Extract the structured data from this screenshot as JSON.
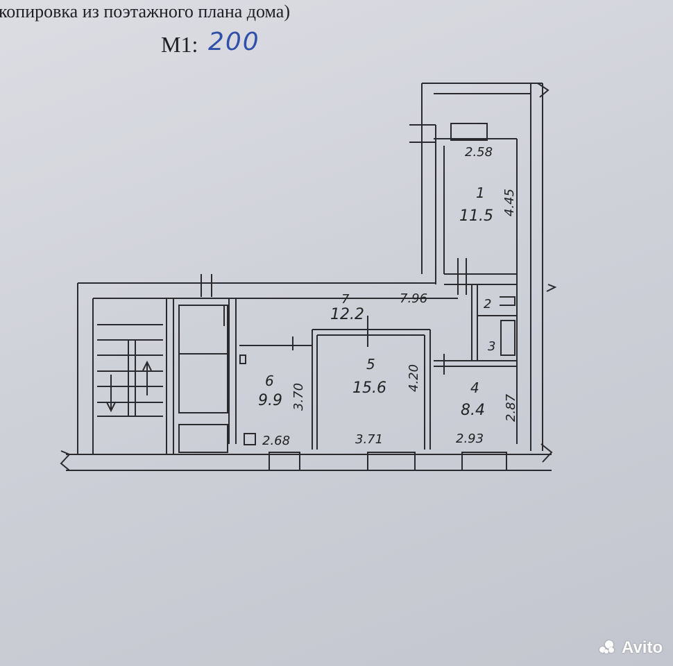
{
  "document": {
    "heading": "копировка из поэтажного плана дома)",
    "scale_label": "М1:",
    "scale_value": "200"
  },
  "rooms": [
    {
      "number": "1",
      "area": "11.5",
      "width": "2.58",
      "length": "4.45"
    },
    {
      "number": "2"
    },
    {
      "number": "3"
    },
    {
      "number": "4",
      "area": "8.4",
      "width": "2.93",
      "length": "2.87"
    },
    {
      "number": "5",
      "area": "15.6",
      "width": "3.71",
      "length": "4.20"
    },
    {
      "number": "6",
      "area": "9.9",
      "width": "2.68",
      "length": "3.70"
    },
    {
      "number": "7",
      "area": "12.2",
      "length": "7.96"
    }
  ],
  "watermark": "Avito"
}
